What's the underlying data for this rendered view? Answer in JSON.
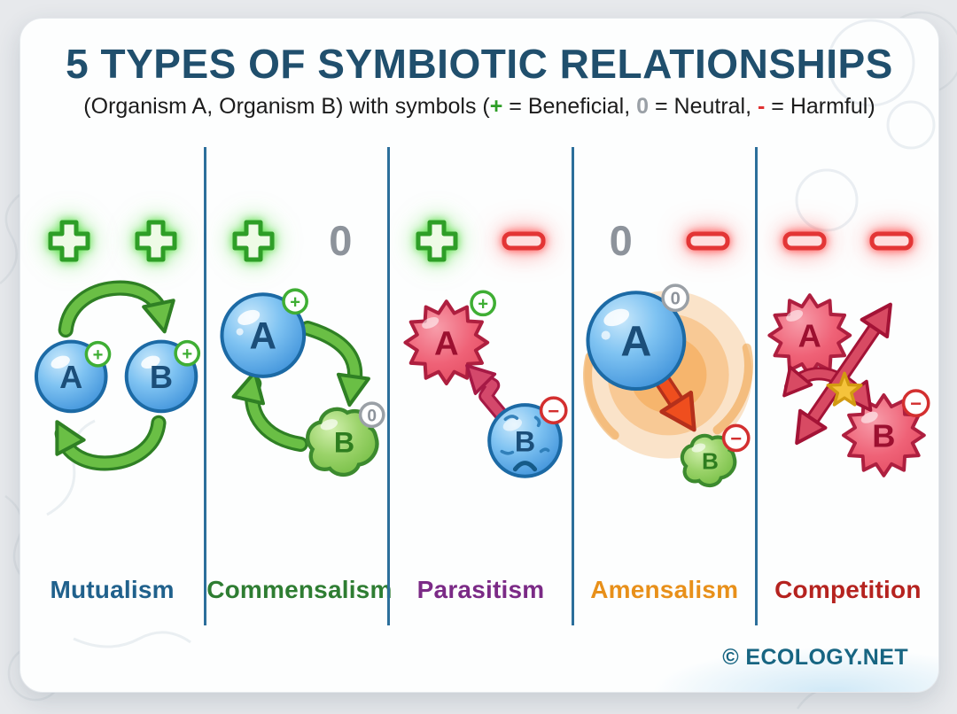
{
  "header": {
    "title": "5 TYPES OF SYMBIOTIC RELATIONSHIPS",
    "subtitle": {
      "prefix": "(Organism A, Organism B) with symbols (",
      "plus_symbol": "+",
      "beneficial": " = Beneficial, ",
      "zero_symbol": "0",
      "neutral": " = Neutral, ",
      "minus_symbol": "-",
      "harmful": " = Harmful)"
    }
  },
  "symbol_colors": {
    "beneficial": "#2e9e27",
    "neutral": "#8d939b",
    "harmful": "#e03131"
  },
  "columns": [
    {
      "label": "Mutualism",
      "label_color": "#20618c",
      "effect_a": "+",
      "effect_b": "+",
      "organism_a": {
        "letter": "A",
        "badge": "+"
      },
      "organism_b": {
        "letter": "B",
        "badge": "+"
      }
    },
    {
      "label": "Commensalism",
      "label_color": "#2e7d32",
      "effect_a": "+",
      "effect_b": "0",
      "organism_a": {
        "letter": "A",
        "badge": "+"
      },
      "organism_b": {
        "letter": "B",
        "badge": "0"
      }
    },
    {
      "label": "Parasitism",
      "label_color": "#7b2a86",
      "effect_a": "+",
      "effect_b": "−",
      "organism_a": {
        "letter": "A",
        "badge": "+"
      },
      "organism_b": {
        "letter": "B",
        "badge": "−"
      }
    },
    {
      "label": "Amensalism",
      "label_color": "#e8901a",
      "effect_a": "0",
      "effect_b": "−",
      "organism_a": {
        "letter": "A",
        "badge": "0"
      },
      "organism_b": {
        "letter": "B",
        "badge": "−"
      }
    },
    {
      "label": "Competition",
      "label_color": "#b5231f",
      "effect_a": "−",
      "effect_b": "−",
      "organism_a": {
        "letter": "A",
        "badge": null
      },
      "organism_b": {
        "letter": "B",
        "badge": "−"
      }
    }
  ],
  "footer": {
    "copyright": "© ECOLOGY.NET"
  }
}
